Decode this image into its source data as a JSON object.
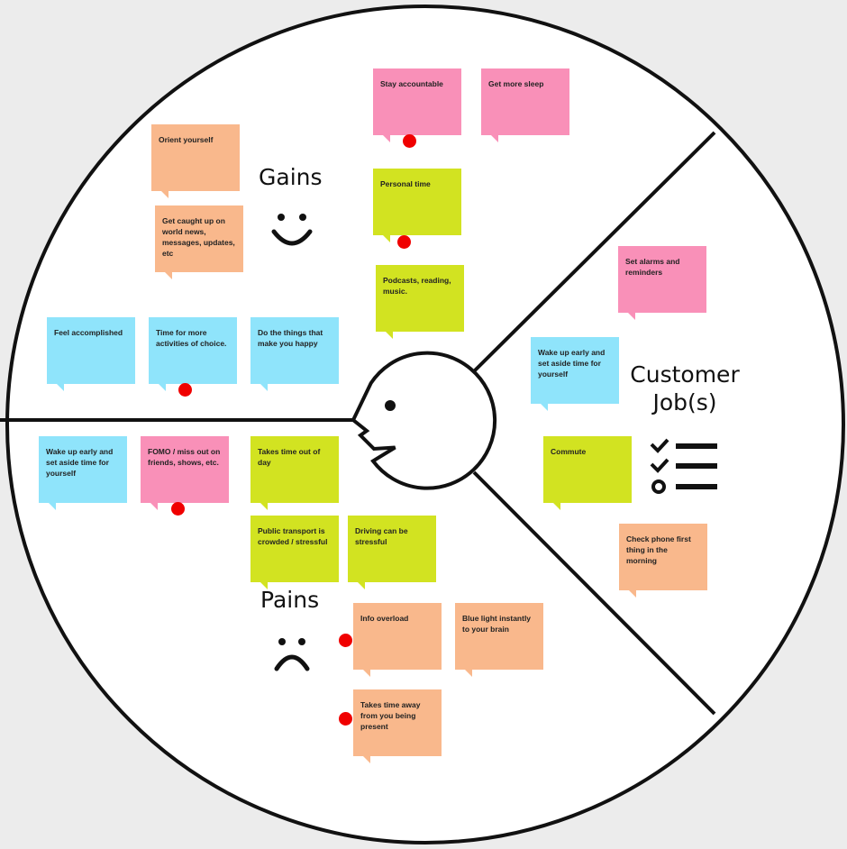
{
  "colors": {
    "background": "#ececec",
    "canvas": "#ffffff",
    "line": "#111111",
    "dot": "#f00000",
    "pink": "#f990b8",
    "orange": "#f9b88c",
    "blue": "#8fe4fb",
    "green": "#d2e321"
  },
  "sections": {
    "gains": "Gains",
    "pains": "Pains",
    "jobs": "Customer Job(s)"
  },
  "icons": {
    "gains": "smiley-face-icon",
    "pains": "sad-face-icon",
    "customer": "customer-head-icon",
    "jobs": "checklist-icon"
  },
  "notes": [
    {
      "text": "Stay accountable",
      "color": "pink",
      "dot": true
    },
    {
      "text": "Get more sleep",
      "color": "pink",
      "dot": false
    },
    {
      "text": "Orient yourself",
      "color": "orange",
      "dot": false
    },
    {
      "text": "Personal time",
      "color": "green",
      "dot": true
    },
    {
      "text": "Get caught up on world news, messages, updates, etc",
      "color": "orange",
      "dot": false
    },
    {
      "text": "Podcasts, reading, music.",
      "color": "green",
      "dot": false
    },
    {
      "text": "Set alarms and reminders",
      "color": "pink",
      "dot": false
    },
    {
      "text": "Feel accomplished",
      "color": "blue",
      "dot": false
    },
    {
      "text": "Time for more activities of choice.",
      "color": "blue",
      "dot": true
    },
    {
      "text": "Do the things that make you happy",
      "color": "blue",
      "dot": false
    },
    {
      "text": "Wake up early and set aside time for yourself",
      "color": "blue",
      "dot": false
    },
    {
      "text": "Wake up early and set aside time for yourself",
      "color": "blue",
      "dot": false
    },
    {
      "text": "FOMO / miss out on friends, shows, etc.",
      "color": "pink",
      "dot": true
    },
    {
      "text": "Takes time out of day",
      "color": "green",
      "dot": false
    },
    {
      "text": "Commute",
      "color": "green",
      "dot": false
    },
    {
      "text": "Public transport is crowded / stressful",
      "color": "green",
      "dot": false
    },
    {
      "text": "Driving can be stressful",
      "color": "green",
      "dot": false
    },
    {
      "text": "Check phone first thing in the morning",
      "color": "orange",
      "dot": false
    },
    {
      "text": "Info overload",
      "color": "orange",
      "dot": true
    },
    {
      "text": "Blue light instantly to your brain",
      "color": "orange",
      "dot": false
    },
    {
      "text": "Takes time away from you being present",
      "color": "orange",
      "dot": true
    }
  ]
}
